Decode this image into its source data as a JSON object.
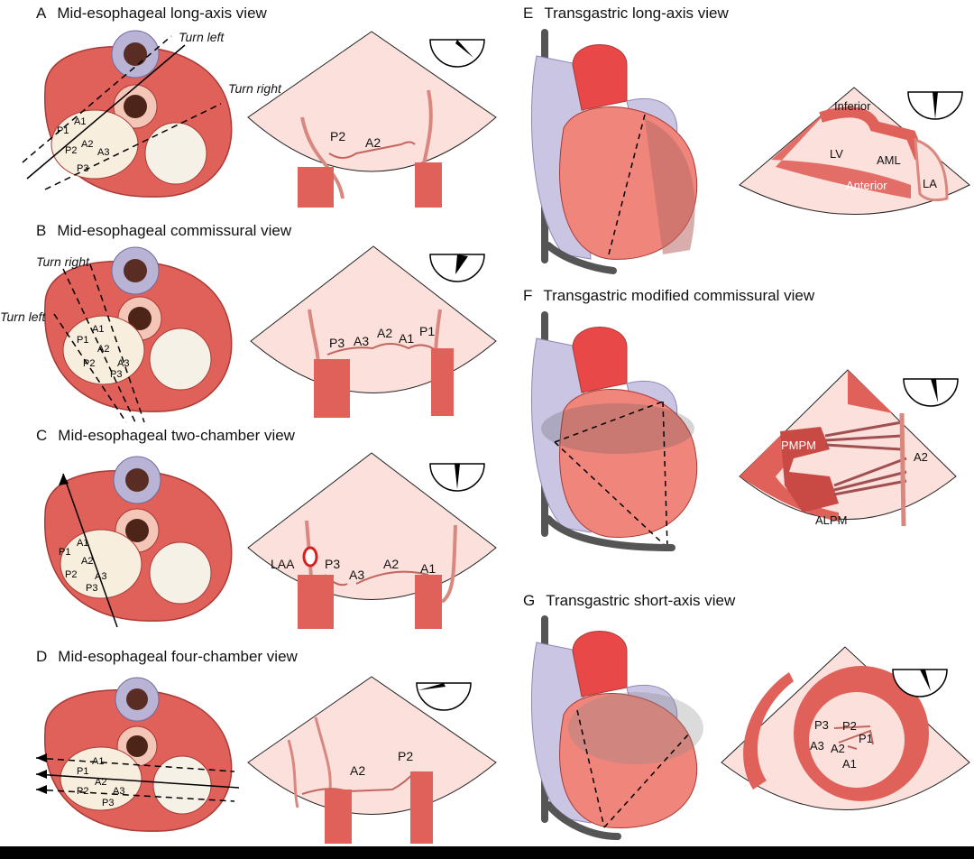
{
  "colors": {
    "muscle": "#e0605a",
    "muscle_dark": "#c94a45",
    "pink": "#fbe0db",
    "aorta": "#e94848",
    "vein": "#b9b4d6",
    "probe": "#555555"
  },
  "panels": {
    "A": {
      "letter": "A",
      "title": "Mid-esophageal long-axis view",
      "turn_left": "Turn left",
      "turn_right": "Turn right",
      "valve": [
        "P1",
        "A1",
        "P2",
        "A2",
        "A3",
        "P3"
      ],
      "echo": [
        "P2",
        "A2"
      ]
    },
    "B": {
      "letter": "B",
      "title": "Mid-esophageal commissural view",
      "turn_right": "Turn right",
      "turn_left": "Turn left",
      "valve": [
        "P1",
        "A1",
        "A2",
        "P2",
        "A3",
        "P3"
      ],
      "echo": [
        "P3",
        "A3",
        "A2",
        "A1",
        "P1"
      ]
    },
    "C": {
      "letter": "C",
      "title": "Mid-esophageal two-chamber view",
      "valve": [
        "P1",
        "A1",
        "A2",
        "P2",
        "A3",
        "P3"
      ],
      "echo": [
        "LAA",
        "P3",
        "A3",
        "A2",
        "A1"
      ]
    },
    "D": {
      "letter": "D",
      "title": "Mid-esophageal four-chamber view",
      "valve": [
        "A1",
        "P1",
        "A2",
        "P2",
        "A3",
        "P3"
      ],
      "echo": [
        "A2",
        "P2"
      ]
    },
    "E": {
      "letter": "E",
      "title": "Transgastric long-axis view",
      "echo": [
        "Inferior",
        "LV",
        "AML",
        "Anterior",
        "LA"
      ]
    },
    "F": {
      "letter": "F",
      "title": "Transgastric modified commissural view",
      "echo": [
        "PMPM",
        "A2",
        "ALPM"
      ]
    },
    "G": {
      "letter": "G",
      "title": "Transgastric short-axis view",
      "echo": [
        "P3",
        "P2",
        "P1",
        "A3",
        "A2",
        "A1"
      ]
    }
  }
}
